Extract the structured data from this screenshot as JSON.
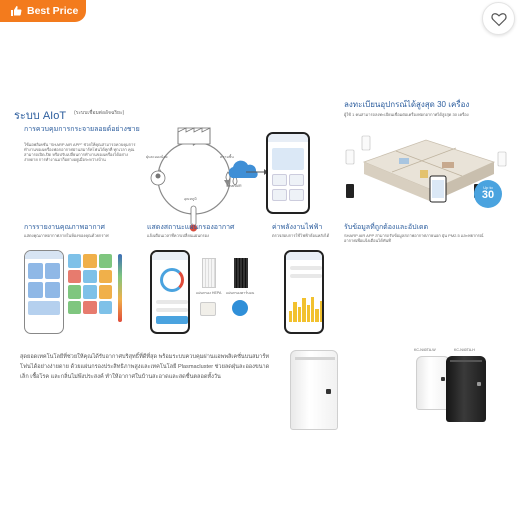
{
  "badge": {
    "label": "Best Price",
    "icon": "thumbs-up-icon",
    "color": "#f37b1d"
  },
  "favorite": {
    "icon": "heart-icon"
  },
  "poster": {
    "aiot": {
      "title": "ระบบ AIoT",
      "subtitle": "(ระบบเชื่อมต่ออัจฉริยะ)",
      "heading": "การควบคุมการกระจายลอยด์อย่างชาย",
      "body": "ใช้แอพลิเคชั่น \"SHARP AIR APP\" ช่วยให้คุณสามารถควบคุมการทำงานของเครื่องฟอกอากาศผ่านสมาร์ทโฟนได้ทุกที่ ทุกเวลา คุณสามารถเปิด-ปิด หรือปรับเปลี่ยนการทำงานของเครื่องได้อย่างง่ายดาย การทำงานมาก็อย่างอยู่เมื่อระหว่างบ้าน",
      "cycle_labels": [
        "ฝุ่นละอองน้อย",
        "อุณหภูมิ",
        "ความชื้น"
      ],
      "cloud_label": "SmartAIR"
    },
    "control30": {
      "heading": "ลงทะเบียนอุปกรณ์ได้สูงสุด 30 เครื่อง",
      "body": "ผู้ใช้ 1 คนสามารถลงทะเบียนเชื่อมต่อเครื่องฟอกอากาศได้สูงสุด 30 เครื่อง",
      "badge_label": "Up to",
      "badge_value": "30"
    },
    "features": [
      {
        "title": "การรายงานคุณภาพอากาศ",
        "body": "แสดงคุณภาพอากาศภายในห้องของคุณด้วยกราฟ"
      },
      {
        "title": "แสดงสถานะแผ่นกรองอากาศ",
        "body": "แจ้งเตือนเวลาที่ควรเปลี่ยนแผ่นกรอง"
      },
      {
        "title": "ค่าพลังงานไฟฟ้า",
        "body": "ตรวจสอบการใช้ไฟฟ้าย้อนหลังได้"
      },
      {
        "title": "รับข้อมูลที่ถูกต้องและอัปเดต",
        "body": "SHARP AIR APP สามารถรับข้อมูลสภาพอากาศภายนอก ฝุ่น PM2.5 และพยากรณ์อากาศเพื่อแจ้งเตือนได้ทันที"
      }
    ],
    "filter_labels": [
      "แผ่นกรอง HEPA",
      "แผ่นกรองคาร์บอน"
    ],
    "bottom": {
      "body": "สุดยอดเทคโนโลยีที่ช่วยให้คุณได้รับอากาศบริสุทธิ์ที่ดีที่สุด พร้อมระบบควบคุมผ่านแอพพลิเคชั่นบนสมาร์ทโฟนได้อย่างง่ายดาย ด้วยแผ่นกรองประสิทธิภาพสูงและเทคโนโลยี Plasmacluster ช่วยลดฝุ่นละอองขนาดเล็ก เชื้อโรค และกลิ่นไม่พึงประสงค์ ทำให้อากาศในบ้านสะอาดและสดชื่นตลอดทั้งวัน",
      "model_labels": [
        "KC-N40TA-W",
        "KC-N40TA-H"
      ]
    }
  }
}
